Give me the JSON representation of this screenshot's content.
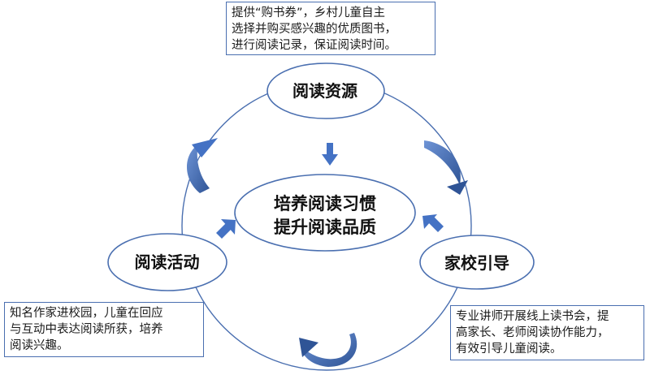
{
  "diagram": {
    "center": {
      "line1": "培养阅读习惯",
      "line2": "提升阅读品质"
    },
    "nodes": {
      "top": {
        "label": "阅读资源"
      },
      "left": {
        "label": "阅读活动"
      },
      "right": {
        "label": "家校引导"
      }
    },
    "notes": {
      "top": {
        "lines": [
          "提供“购书券”，乡村儿童自主",
          "选择并购买感兴趣的优质图书，",
          "进行阅读记录，保证阅读时间。"
        ]
      },
      "left": {
        "lines": [
          "知名作家进校园，儿童在回应",
          "与互动中表达阅读所获，培养",
          "阅读兴趣。"
        ]
      },
      "right": {
        "lines": [
          "专业讲师开展线上读书会，提",
          "高家长、老师阅读协作能力，",
          "有效引导儿童阅读。"
        ]
      }
    },
    "colors": {
      "outline": "#4a6fb0",
      "arrow_fill": "#4472c4",
      "arrow_dark": "#2f5496",
      "text": "#111111"
    }
  }
}
